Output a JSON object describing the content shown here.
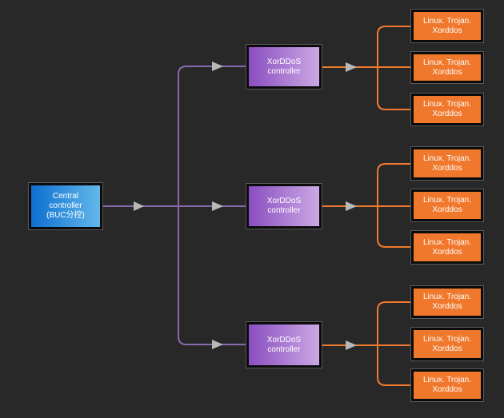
{
  "central": {
    "label": "Central\ncontroller\n(BUC分控)"
  },
  "controllers": [
    {
      "label": "XorDDoS\ncontroller"
    },
    {
      "label": "XorDDoS\ncontroller"
    },
    {
      "label": "XorDDoS\ncontroller"
    }
  ],
  "bots": [
    {
      "label": "Linux. Trojan.\nXorddos"
    },
    {
      "label": "Linux. Trojan.\nXorddos"
    },
    {
      "label": "Linux. Trojan.\nXorddos"
    },
    {
      "label": "Linux. Trojan.\nXorddos"
    },
    {
      "label": "Linux. Trojan.\nXorddos"
    },
    {
      "label": "Linux. Trojan.\nXorddos"
    },
    {
      "label": "Linux. Trojan.\nXorddos"
    },
    {
      "label": "Linux. Trojan.\nXorddos"
    },
    {
      "label": "Linux. Trojan.\nXorddos"
    }
  ],
  "colors": {
    "background": "#282828",
    "central_connector": "#8a68b0",
    "bot_connector": "#f07a2e",
    "arrow": "#b8b8b8"
  }
}
